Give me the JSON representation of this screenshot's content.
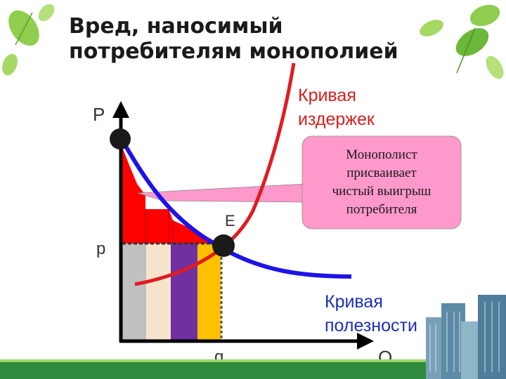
{
  "slide": {
    "title_line1": "Вред, наносимый",
    "title_line2": "потребителям монополией",
    "axis_p_label": "P",
    "axis_q_label": "Q",
    "price_label": "p",
    "quantity_label": "q",
    "equilibrium_label": "E",
    "cost_curve_line1": "Кривая",
    "cost_curve_line2": "издержек",
    "utility_curve_line1": "Кривая",
    "utility_curve_line2": "полезности",
    "callout_line1": "Монополист",
    "callout_line2": "присваивает",
    "callout_line3": "чистый выигрыш",
    "callout_line4": "потребителя"
  },
  "colors": {
    "cost_curve": "#e01b22",
    "utility_curve": "#1c14e6",
    "surplus_fill": "#ff0000",
    "callout_fill": "#ff99cc",
    "bar_gray": "#c0c0c0",
    "bar_beige": "#f7e4cc",
    "bar_purple": "#7030a0",
    "bar_yellow": "#ffc000",
    "cost_label": "#d6201f",
    "utility_label": "#1b2fb5",
    "leaf_green": "#7cc242",
    "bottom_band": "#2e8b3d"
  },
  "icons": [
    "leaf-decoration",
    "city-buildings-decoration"
  ]
}
